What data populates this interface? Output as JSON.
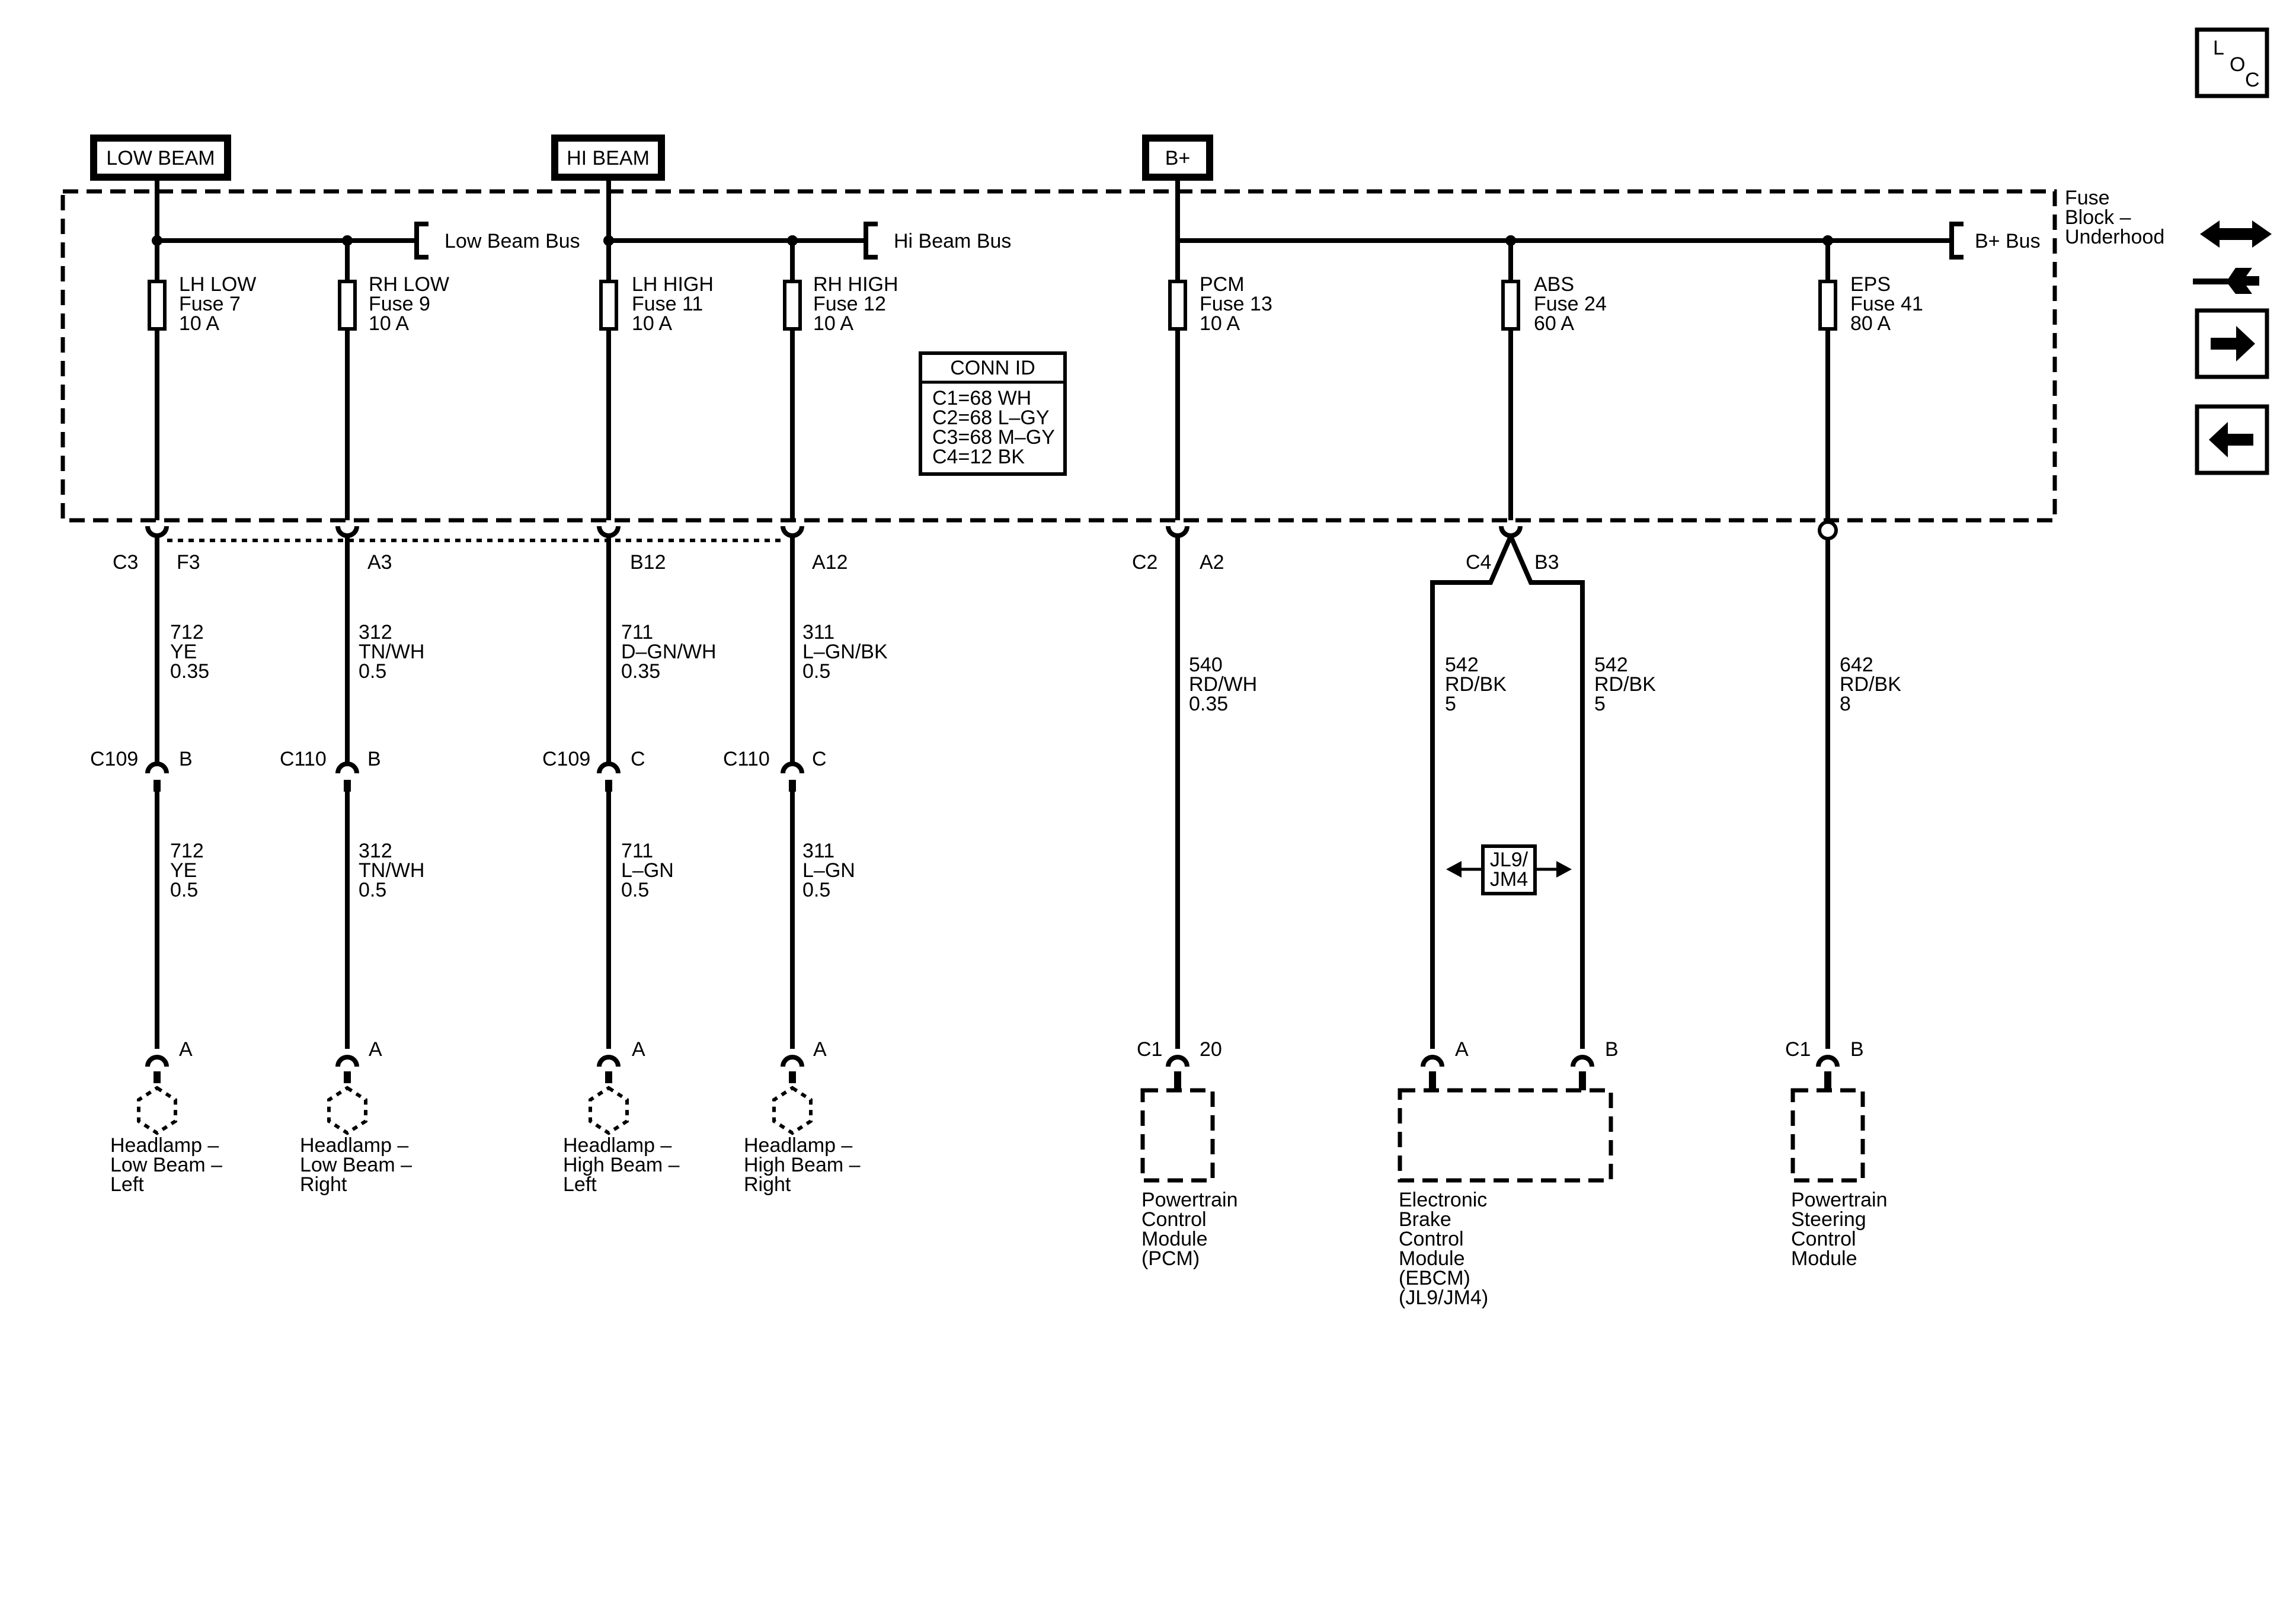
{
  "bus_labels": {
    "low_beam": "LOW BEAM",
    "hi_beam": "HI BEAM",
    "b_plus": "B+"
  },
  "internal_buses": {
    "low_beam_bus": "Low Beam Bus",
    "hi_beam_bus": "Hi Beam Bus",
    "b_plus_bus": "B+ Bus"
  },
  "fuse_block": {
    "line1": "Fuse",
    "line2": "Block –",
    "line3": "Underhood"
  },
  "fuses": [
    {
      "name": "LH LOW",
      "fuse": "Fuse 7",
      "rating": "10 A"
    },
    {
      "name": "RH LOW",
      "fuse": "Fuse 9",
      "rating": "10 A"
    },
    {
      "name": "LH HIGH",
      "fuse": "Fuse 11",
      "rating": "10 A"
    },
    {
      "name": "RH HIGH",
      "fuse": "Fuse 12",
      "rating": "10 A"
    },
    {
      "name": "PCM",
      "fuse": "Fuse 13",
      "rating": "10 A"
    },
    {
      "name": "ABS",
      "fuse": "Fuse 24",
      "rating": "60 A"
    },
    {
      "name": "EPS",
      "fuse": "Fuse 41",
      "rating": "80 A"
    }
  ],
  "conn_id": {
    "title": "CONN ID",
    "lines": [
      "C1=68 WH",
      "C2=68 L–GY",
      "C3=68 M–GY",
      "C4=12 BK"
    ]
  },
  "block_pins": {
    "c3": "C3",
    "f3": "F3",
    "a3": "A3",
    "b12": "B12",
    "a12": "A12",
    "c2": "C2",
    "a2": "A2",
    "c4": "C4",
    "b3": "B3"
  },
  "upper_wires": [
    {
      "circuit": "712",
      "color": "YE",
      "gauge": "0.35"
    },
    {
      "circuit": "312",
      "color": "TN/WH",
      "gauge": "0.5"
    },
    {
      "circuit": "711",
      "color": "D–GN/WH",
      "gauge": "0.35"
    },
    {
      "circuit": "311",
      "color": "L–GN/BK",
      "gauge": "0.5"
    },
    {
      "circuit": "540",
      "color": "RD/WH",
      "gauge": "0.35"
    },
    {
      "circuit": "542",
      "color": "RD/BK",
      "gauge": "5"
    },
    {
      "circuit": "542",
      "color": "RD/BK",
      "gauge": "5"
    },
    {
      "circuit": "642",
      "color": "RD/BK",
      "gauge": "8"
    }
  ],
  "inline_connectors": [
    {
      "conn": "C109",
      "pin": "B"
    },
    {
      "conn": "C110",
      "pin": "B"
    },
    {
      "conn": "C109",
      "pin": "C"
    },
    {
      "conn": "C110",
      "pin": "C"
    }
  ],
  "lower_wires": [
    {
      "circuit": "712",
      "color": "YE",
      "gauge": "0.5"
    },
    {
      "circuit": "312",
      "color": "TN/WH",
      "gauge": "0.5"
    },
    {
      "circuit": "711",
      "color": "L–GN",
      "gauge": "0.5"
    },
    {
      "circuit": "311",
      "color": "L–GN",
      "gauge": "0.5"
    }
  ],
  "option_box": {
    "line1": "JL9/",
    "line2": "JM4"
  },
  "component_pins": {
    "headlamp_pin": "A",
    "pcm_conn": "C1",
    "pcm_pin": "20",
    "ebcm_pin_a": "A",
    "ebcm_pin_b": "B",
    "eps_conn": "C1",
    "eps_pin": "B"
  },
  "components": {
    "hl_low_left": [
      "Headlamp –",
      "Low Beam –",
      "Left"
    ],
    "hl_low_right": [
      "Headlamp –",
      "Low Beam –",
      "Right"
    ],
    "hl_high_left": [
      "Headlamp –",
      "High Beam –",
      "Left"
    ],
    "hl_high_right": [
      "Headlamp –",
      "High Beam –",
      "Right"
    ],
    "pcm": [
      "Powertrain",
      "Control",
      "Module",
      "(PCM)"
    ],
    "ebcm": [
      "Electronic",
      "Brake",
      "Control",
      "Module",
      "(EBCM)",
      "(JL9/JM4)"
    ],
    "pscm": [
      "Powertrain",
      "Steering",
      "Control",
      "Module"
    ]
  },
  "nav": {
    "loc_l": "L",
    "loc_o": "O",
    "loc_c": "C",
    "icons": [
      "tools-icon",
      "arrow-right-icon",
      "arrow-left-icon"
    ]
  }
}
